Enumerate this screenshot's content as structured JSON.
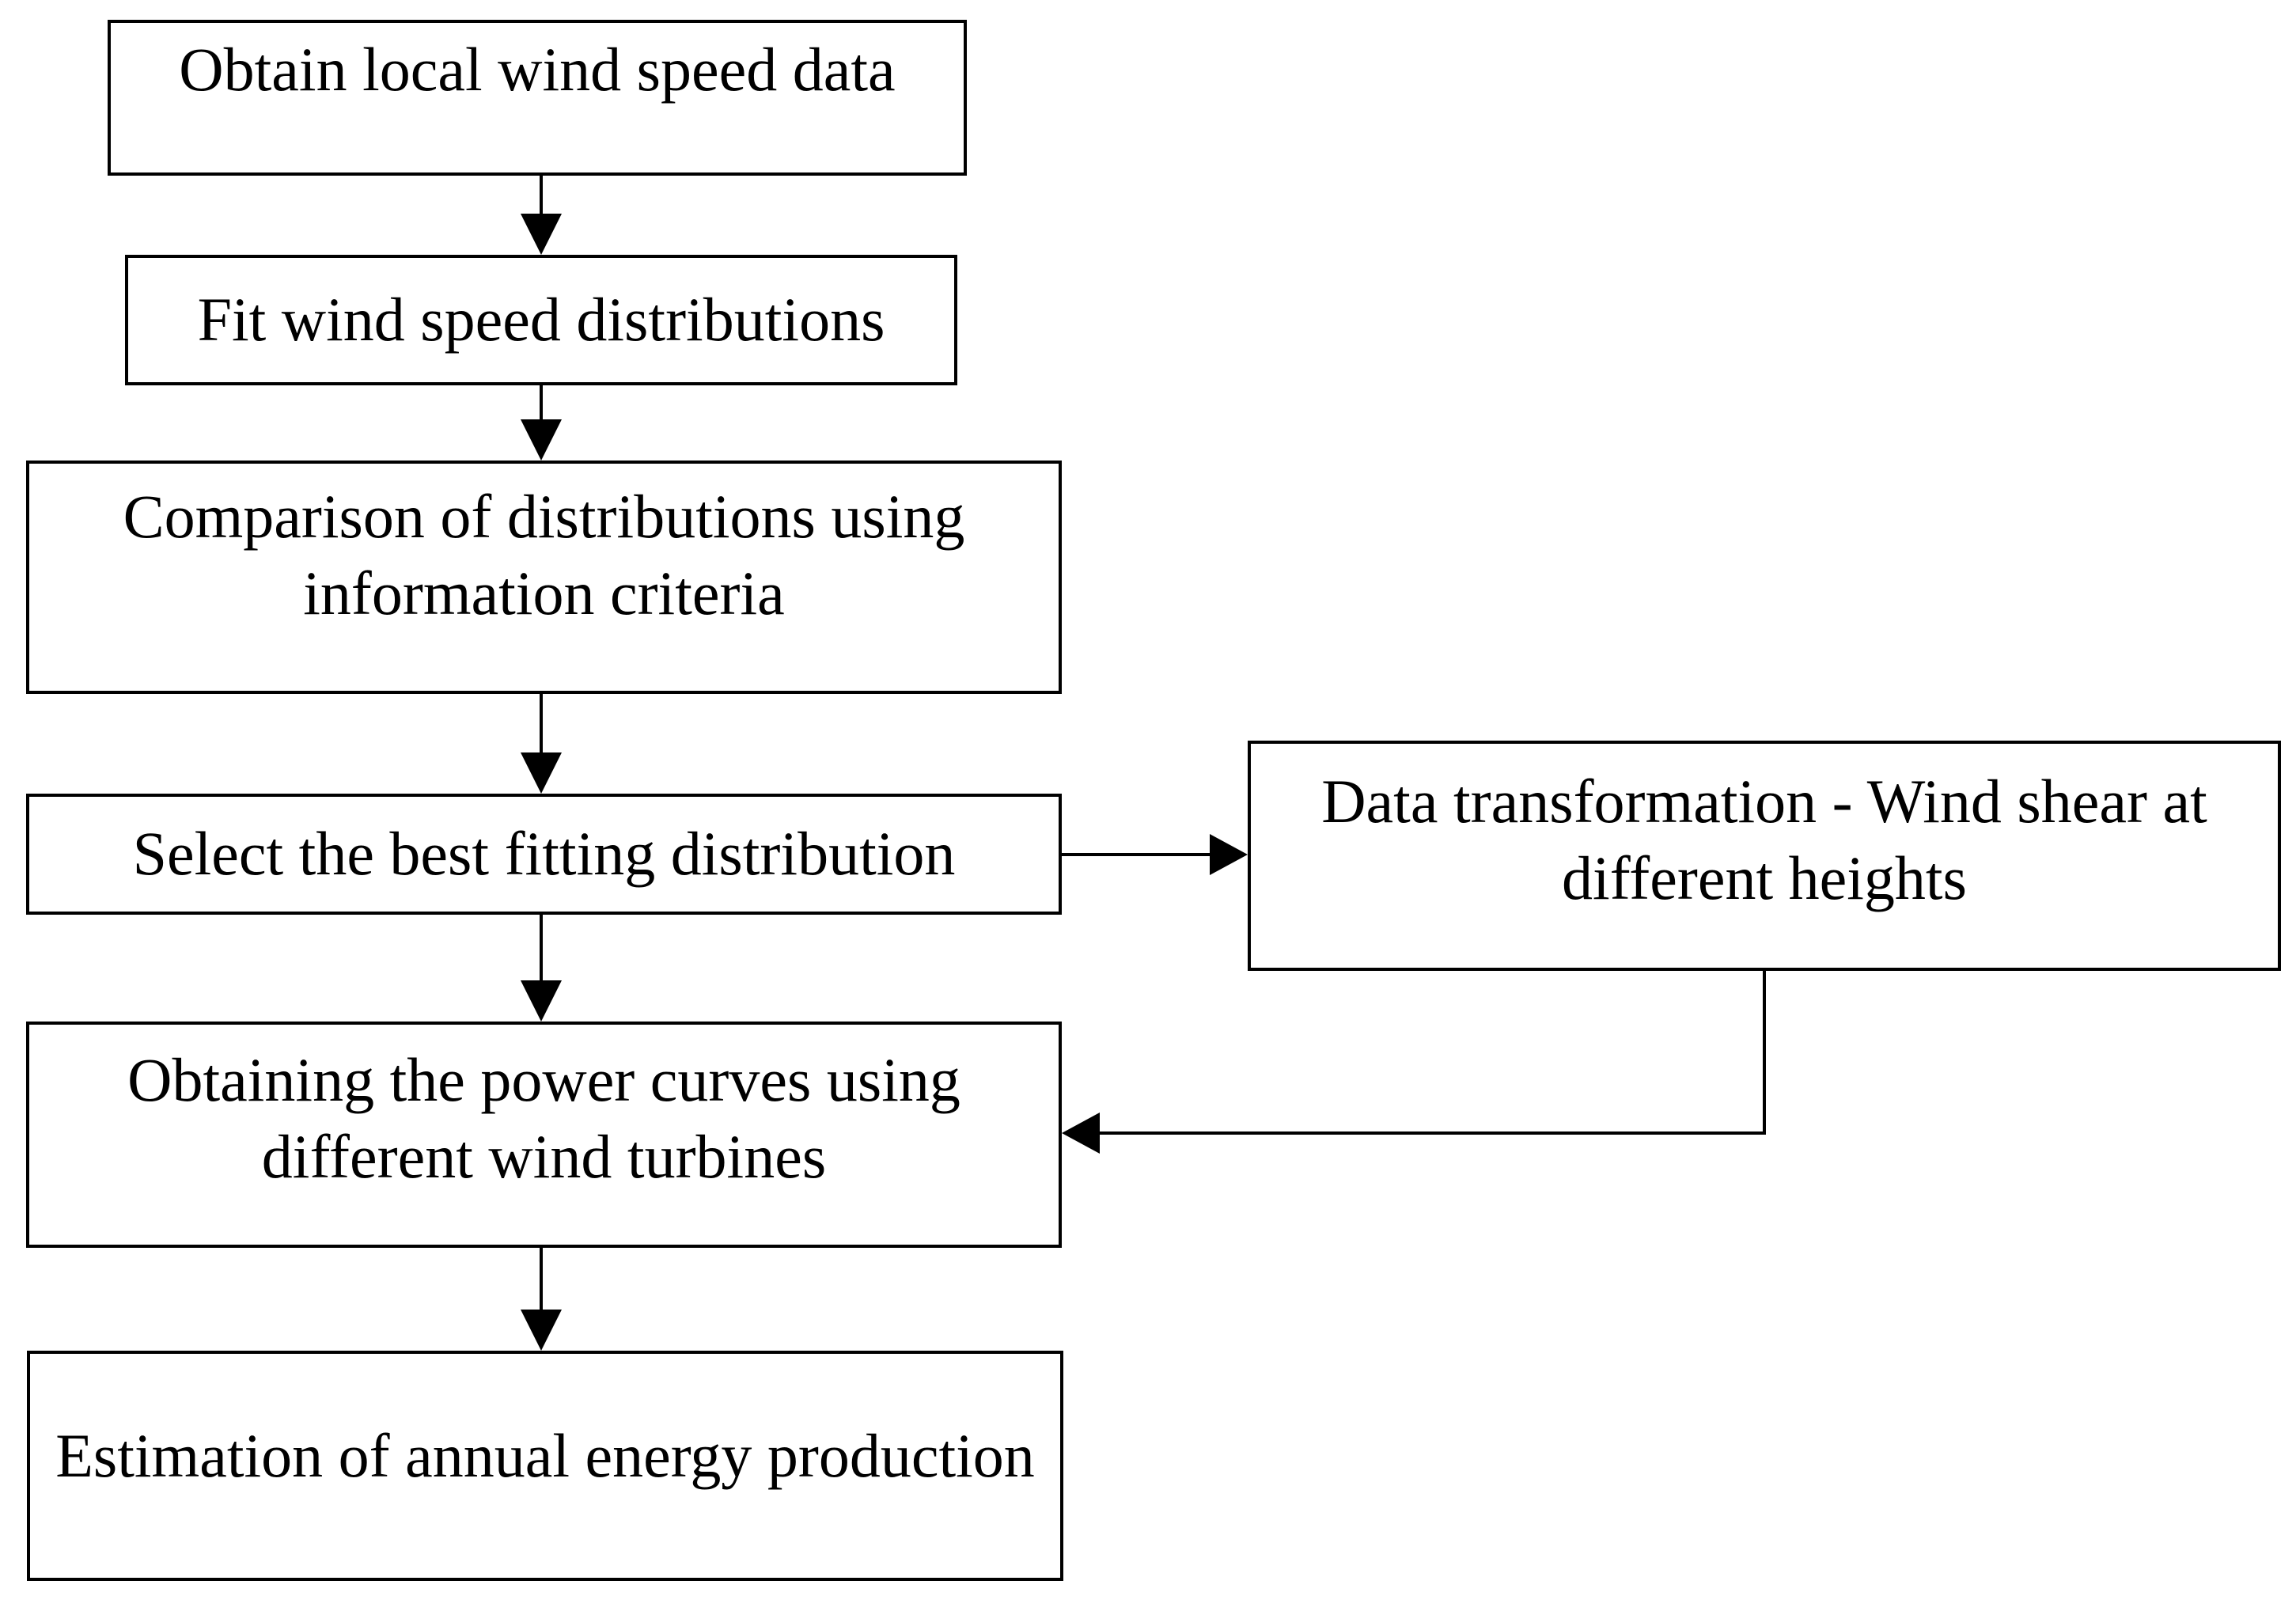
{
  "colors": {
    "background": "#ffffff",
    "ink": "#000000"
  },
  "nodes": {
    "obtain": {
      "label": "Obtain local wind speed data"
    },
    "fit": {
      "label": "Fit wind speed distributions"
    },
    "compare": {
      "label": "Comparison of distributions using information criteria"
    },
    "select": {
      "label": "Select the best fitting distribution"
    },
    "transform": {
      "label": "Data transformation - Wind shear at different heights"
    },
    "power": {
      "label": "Obtaining the power curves using different wind turbines"
    },
    "estimate": {
      "label": "Estimation of annual energy production"
    }
  },
  "edges": [
    {
      "from": "obtain",
      "to": "fit"
    },
    {
      "from": "fit",
      "to": "compare"
    },
    {
      "from": "compare",
      "to": "select"
    },
    {
      "from": "select",
      "to": "transform"
    },
    {
      "from": "select",
      "to": "power"
    },
    {
      "from": "transform",
      "to": "power"
    },
    {
      "from": "power",
      "to": "estimate"
    }
  ]
}
